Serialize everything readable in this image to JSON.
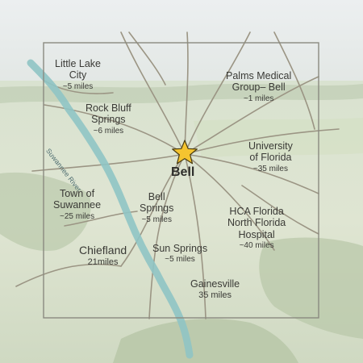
{
  "hub": {
    "name": "Bell",
    "marker": "star-icon",
    "marker_color": "#f4c430"
  },
  "river": {
    "name": "Suwannee River",
    "color": "#8fc4c4"
  },
  "frame_color": "#8a8a80",
  "road_color": "#9b9584",
  "destinations": [
    {
      "name_lines": [
        "Little Lake",
        "City"
      ],
      "distance": "~5 miles"
    },
    {
      "name_lines": [
        "Palms Medical",
        "Group– Bell"
      ],
      "distance": "~1 miles"
    },
    {
      "name_lines": [
        "Rock Bluff",
        "Springs"
      ],
      "distance": "~6 miles"
    },
    {
      "name_lines": [
        "University",
        "of Florida"
      ],
      "distance": "~35 miles"
    },
    {
      "name_lines": [
        "Town of",
        "Suwannee"
      ],
      "distance": "~25 miles"
    },
    {
      "name_lines": [
        "Bell",
        "Springs"
      ],
      "distance": "~5 miles"
    },
    {
      "name_lines": [
        "HCA Florida",
        "North Florida",
        "Hospital"
      ],
      "distance": "~40 miles"
    },
    {
      "name_lines": [
        "Chiefland"
      ],
      "distance": "21miles"
    },
    {
      "name_lines": [
        "Sun Springs"
      ],
      "distance": "~5 miles"
    },
    {
      "name_lines": [
        "Gainesville"
      ],
      "distance": "35 miles"
    }
  ]
}
